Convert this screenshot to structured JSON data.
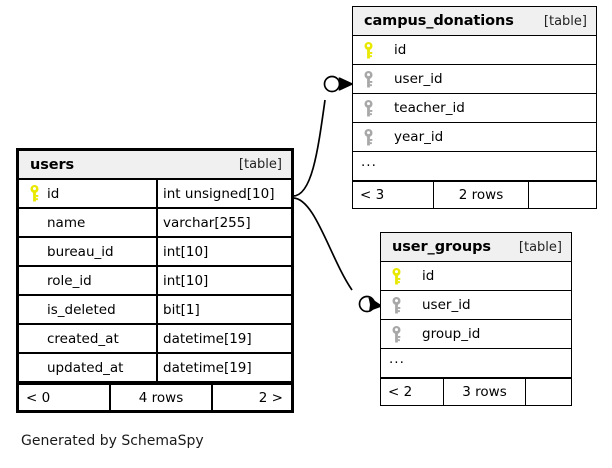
{
  "diagram": {
    "caption": "Generated by SchemaSpy",
    "table_tag": "[table]",
    "ellipsis": "...",
    "colors": {
      "primary_key": "#e8e800",
      "foreign_key": "#a8a8a8",
      "header_background": "#f0f0f0",
      "border": "#000000",
      "background": "#ffffff"
    }
  },
  "tables": {
    "users": {
      "name": "users",
      "tag": "[table]",
      "focused": true,
      "columns": [
        {
          "name": "id",
          "type": "int unsigned[10]",
          "key": "primary"
        },
        {
          "name": "name",
          "type": "varchar[255]",
          "key": "none"
        },
        {
          "name": "bureau_id",
          "type": "int[10]",
          "key": "none"
        },
        {
          "name": "role_id",
          "type": "int[10]",
          "key": "none"
        },
        {
          "name": "is_deleted",
          "type": "bit[1]",
          "key": "none"
        },
        {
          "name": "created_at",
          "type": "datetime[19]",
          "key": "none"
        },
        {
          "name": "updated_at",
          "type": "datetime[19]",
          "key": "none"
        }
      ],
      "footer": {
        "prev": "< 0",
        "count": "4 rows",
        "next": "2 >"
      }
    },
    "campus_donations": {
      "name": "campus_donations",
      "tag": "[table]",
      "focused": false,
      "columns": [
        {
          "name": "id",
          "type": "",
          "key": "primary"
        },
        {
          "name": "user_id",
          "type": "",
          "key": "foreign"
        },
        {
          "name": "teacher_id",
          "type": "",
          "key": "foreign"
        },
        {
          "name": "year_id",
          "type": "",
          "key": "foreign"
        }
      ],
      "has_more": true,
      "footer": {
        "prev": "< 3",
        "count": "2 rows",
        "next": ""
      }
    },
    "user_groups": {
      "name": "user_groups",
      "tag": "[table]",
      "focused": false,
      "columns": [
        {
          "name": "id",
          "type": "",
          "key": "primary"
        },
        {
          "name": "user_id",
          "type": "",
          "key": "foreign"
        },
        {
          "name": "group_id",
          "type": "",
          "key": "foreign"
        }
      ],
      "has_more": true,
      "footer": {
        "prev": "< 2",
        "count": "3 rows",
        "next": ""
      }
    }
  },
  "relationships": [
    {
      "from_table": "users",
      "from_column": "id",
      "to_table": "campus_donations",
      "to_column": "user_id",
      "cardinality": "zero-or-many"
    },
    {
      "from_table": "users",
      "from_column": "id",
      "to_table": "user_groups",
      "to_column": "user_id",
      "cardinality": "zero-or-many"
    }
  ]
}
